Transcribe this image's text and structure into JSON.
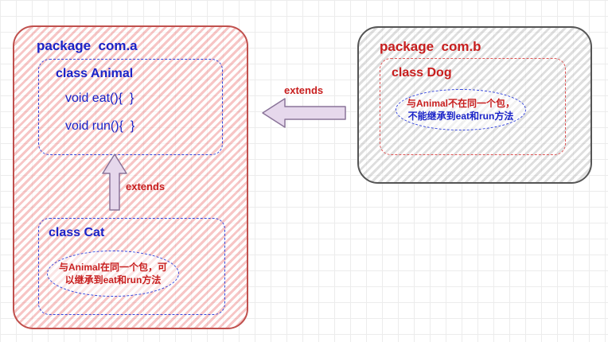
{
  "packages": {
    "a": {
      "title": "package  com.a",
      "animal": {
        "title": "class Animal",
        "methods": [
          "void eat(){  }",
          "void run(){  }"
        ]
      },
      "cat": {
        "title": "class Cat",
        "note": [
          "与Animal在同一个包，可",
          "以继承到eat和run方法"
        ]
      }
    },
    "b": {
      "title": "package  com.b",
      "dog": {
        "title": "class Dog",
        "note": [
          "与Animal不在同一个包，",
          "不能继承到eat和run方法"
        ]
      }
    }
  },
  "arrows": {
    "dog_to_animal": "extends",
    "cat_to_animal": "extends"
  },
  "colors": {
    "package_a_border": "#c0504d",
    "package_b_border": "#555555",
    "blue_text": "#1a23c8",
    "red_text": "#c81e1e",
    "arrow_fill": "#e6d8ec",
    "arrow_stroke": "#8a7499"
  }
}
